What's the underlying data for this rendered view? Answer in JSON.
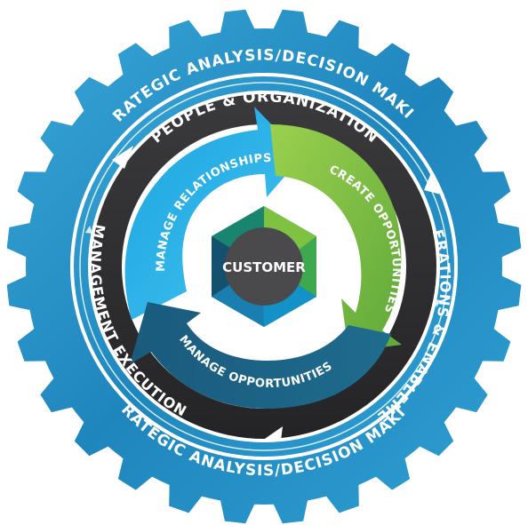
{
  "outer_gear": {
    "top_label": "STRATEGIC ANALYSIS/DECISION MAKING",
    "bottom_label": "STRATEGIC ANALYSIS/DECISION MAKING"
  },
  "middle_ring": {
    "top_label": "PEOPLE & ORGANIZATION",
    "right_label": "OPERATIONS & ENABLEMENT",
    "left_label": "MANAGEMENT EXECUTION"
  },
  "inner_cycle": {
    "create_label": "CREATE OPPORTUNITIES",
    "manage_opps_label": "MANAGE OPPORTUNITIES",
    "relationships_label": "MANAGE RELATIONSHIPS"
  },
  "center": {
    "label": "CUSTOMER"
  },
  "colors": {
    "gear_blue": "#2a8fc4",
    "dark_ring": "#2d2d2f",
    "light_blue": "#2bb3e8",
    "green": "#7dc143",
    "teal": "#1b5f7f"
  }
}
